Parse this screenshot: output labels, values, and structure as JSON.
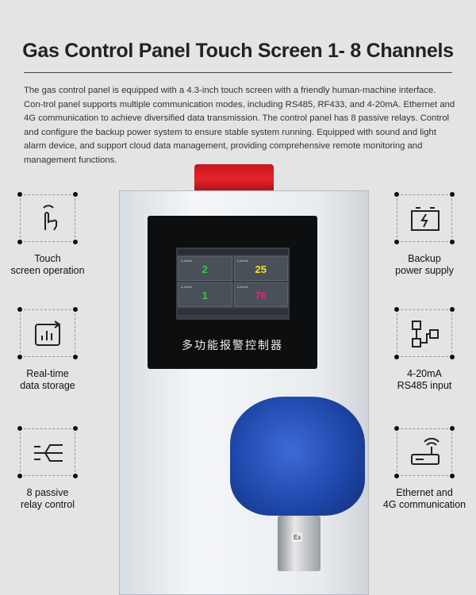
{
  "title": "Gas Control Panel Touch Screen 1- 8 Channels",
  "description": "The gas control panel is equipped with a 4.3-inch touch screen with a friendly human-machine interface. Con-trol panel supports multiple communication modes, including RS485, RF433, and 4-20mA. Ethernet and 4G communication to achieve diversified data transmission. The control panel has 8 passive relays. Control and configure the backup power system to ensure stable system running. Equipped with sound and light alarm device, and support cloud data management, providing comprehensive remote monitoring and management functions.",
  "features": [
    {
      "icon": "touch-icon",
      "label": "Touch\nscreen operation"
    },
    {
      "icon": "data-storage-icon",
      "label": "Real-time\ndata storage"
    },
    {
      "icon": "relay-icon",
      "label": "8 passive\nrelay control"
    },
    {
      "icon": "battery-icon",
      "label": "Backup\npower supply"
    },
    {
      "icon": "network-icon",
      "label": "4-20mA\nRS485 input"
    },
    {
      "icon": "router-icon",
      "label": "Ethernet and\n4G communication"
    }
  ],
  "device": {
    "panel_label": "多功能报警控制器",
    "channels": [
      {
        "unit": "4-20mA",
        "value": "2",
        "color": "#2ecc40"
      },
      {
        "unit": "4-20mA",
        "value": "25",
        "color": "#f1e32a"
      },
      {
        "unit": "4-20mA",
        "value": "1",
        "color": "#2ecc40"
      },
      {
        "unit": "4-20mA",
        "value": "76",
        "color": "#e0267a"
      }
    ],
    "sensor_mark": "Ex"
  }
}
